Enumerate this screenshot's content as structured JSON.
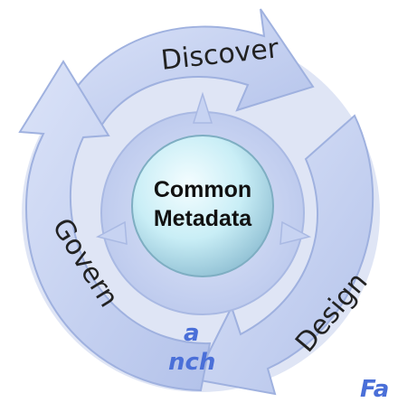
{
  "diagram": {
    "center_label_line1": "Common",
    "center_label_line2": "Metadata",
    "segments": [
      {
        "label": "Discover"
      },
      {
        "label": "Design"
      },
      {
        "label": "Govern"
      }
    ],
    "fragments": {
      "left_line1": "a",
      "left_line2": "nch",
      "right": "Fa"
    },
    "colors": {
      "ring_fill": "#c7d3f2",
      "ring_stroke": "#9fb1df",
      "center_fill": "#c9eef6",
      "center_text": "#111111",
      "segment_text": "#222222",
      "fragment_text": "#4a6fd8"
    }
  }
}
